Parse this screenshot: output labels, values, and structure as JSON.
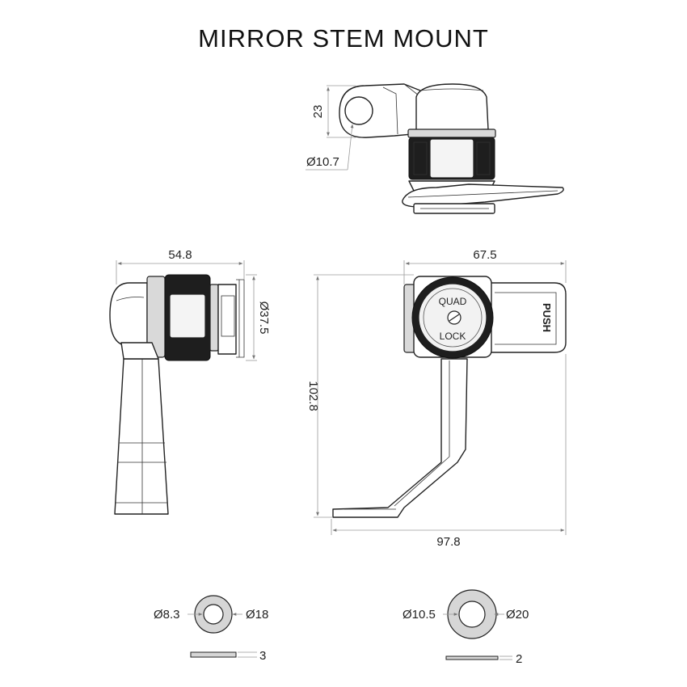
{
  "title": "MIRROR STEM MOUNT",
  "dimensions": {
    "top_height": "23",
    "top_hole_diameter": "Ø10.7",
    "side_width": "54.8",
    "side_diameter": "Ø37.5",
    "front_width": "67.5",
    "front_height": "102.8",
    "front_base_width": "97.8",
    "washer1_inner": "Ø8.3",
    "washer1_outer": "Ø18",
    "washer1_thickness": "3",
    "washer2_inner": "Ø10.5",
    "washer2_outer": "Ø20",
    "washer2_thickness": "2"
  },
  "logo": {
    "line1": "QUAD",
    "line2": "LOCK",
    "push_label": "PUSH"
  }
}
